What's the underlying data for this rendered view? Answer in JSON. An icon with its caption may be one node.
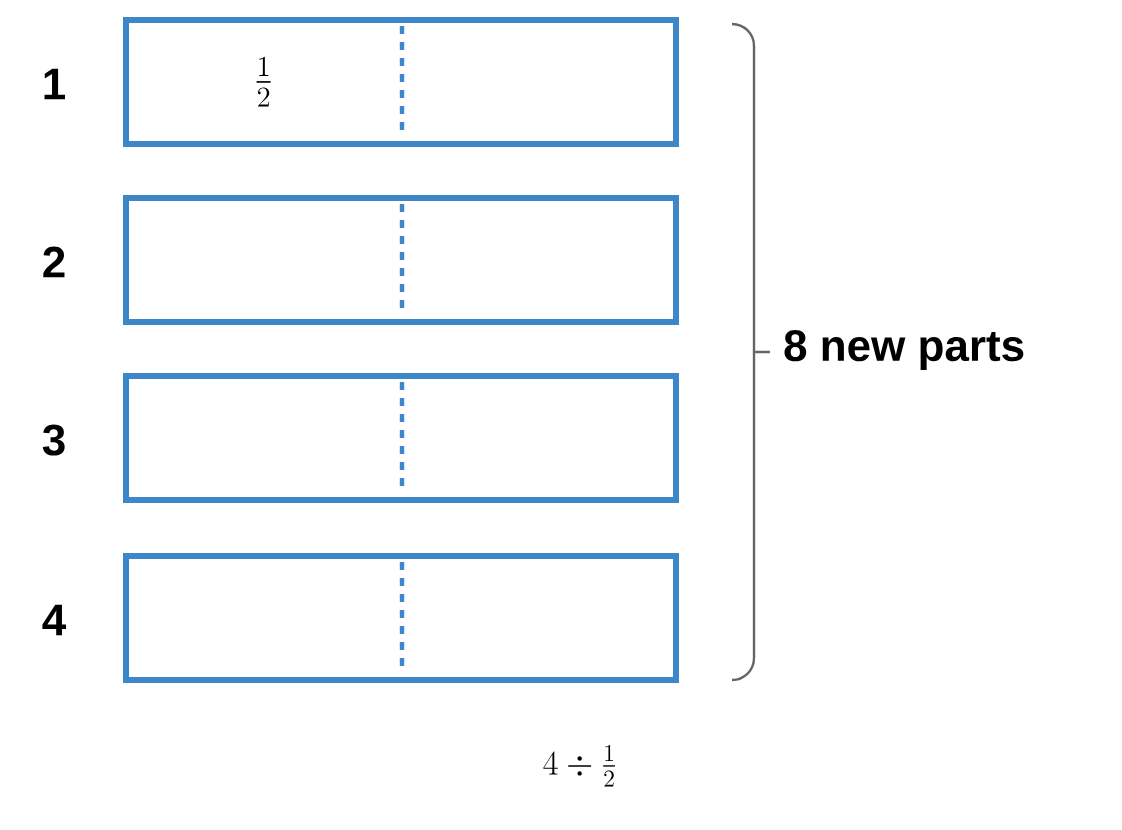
{
  "diagram": {
    "nodes": [
      {
        "text": [
          "\\frac{1}{2}"
        ],
        "beside": [
          "1"
        ]
      },
      {
        "text": [],
        "shape": "box",
        "beside": [
          "2"
        ]
      },
      {
        "text": [],
        "shape": "box",
        "beside": [
          "3"
        ]
      },
      {
        "text": [],
        "shape": "box",
        "beside": [
          "4"
        ]
      }
    ],
    "labels": [
      "8 new parts",
      "4 \\div \\frac{1}{2}"
    ]
  }
}
